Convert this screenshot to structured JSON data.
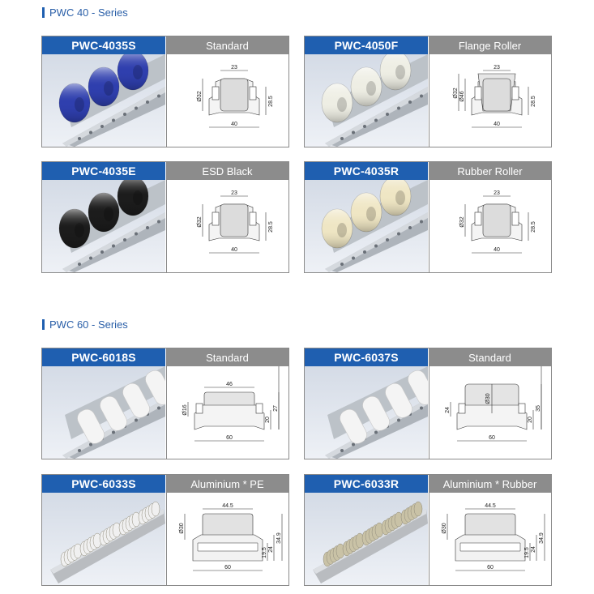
{
  "sections": [
    {
      "title": "PWC 40 - Series"
    },
    {
      "title": "PWC 60 - Series"
    }
  ],
  "cards": [
    {
      "code": "PWC-4035S",
      "type": "Standard",
      "roller_color": "#2f3fae",
      "style": "roller",
      "dims": {
        "top": "23",
        "side": "Ø32",
        "height": "28.5",
        "bottom": "40"
      }
    },
    {
      "code": "PWC-4050F",
      "type": "Flange Roller",
      "roller_color": "#eeeee4",
      "style": "flange",
      "dims": {
        "top": "23",
        "side": "Ø46",
        "side2": "Ø32",
        "height": "28.5",
        "bottom": "40"
      }
    },
    {
      "code": "PWC-4035E",
      "type": "ESD Black",
      "roller_color": "#1c1c1c",
      "style": "roller",
      "dims": {
        "top": "23",
        "side": "Ø32",
        "height": "28.5",
        "bottom": "40"
      }
    },
    {
      "code": "PWC-4035R",
      "type": "Rubber Roller",
      "roller_color": "#efe6c4",
      "style": "roller",
      "dims": {
        "top": "23",
        "side": "Ø32",
        "height": "28.5",
        "bottom": "40"
      }
    },
    {
      "code": "PWC-6018S",
      "type": "Standard",
      "roller_color": "#f4f4f4",
      "style": "wide",
      "dims": {
        "top": "46",
        "side": "Ø16",
        "h1": "20",
        "h2": "27",
        "bottom": "60"
      }
    },
    {
      "code": "PWC-6037S",
      "type": "Standard",
      "roller_color": "#f4f4f4",
      "style": "wide",
      "dims": {
        "side": "24",
        "mid": "Ø30",
        "h1": "20",
        "h2": "35",
        "bottom": "60"
      }
    },
    {
      "code": "PWC-6033S",
      "type": "Aluminium * PE",
      "roller_color": "#f0f0f0",
      "style": "alu",
      "dims": {
        "top": "44.5",
        "side": "Ø30",
        "h1": "19.5",
        "h2": "24",
        "h3": "34.9",
        "bottom": "60"
      }
    },
    {
      "code": "PWC-6033R",
      "type": "Aluminium * Rubber",
      "roller_color": "#c9c2a6",
      "style": "alu",
      "dims": {
        "top": "44.5",
        "side": "Ø30",
        "h1": "19.5",
        "h2": "24",
        "h3": "34.9",
        "bottom": "60"
      }
    }
  ]
}
